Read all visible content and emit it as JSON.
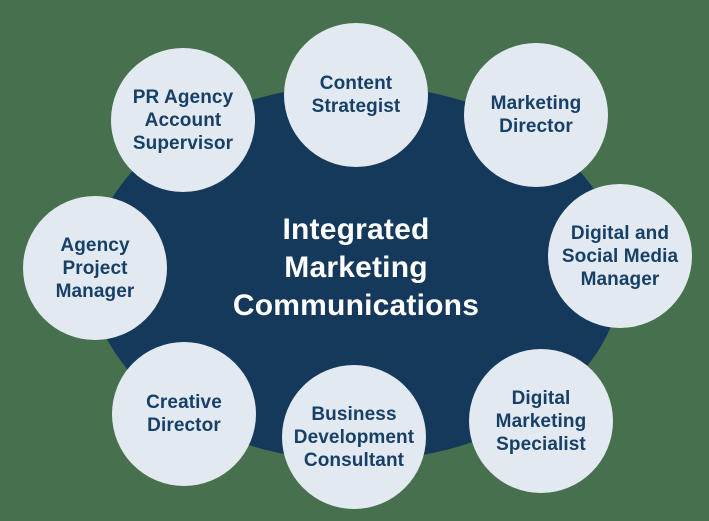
{
  "colors": {
    "background": "#47714E",
    "ellipse": "#15395B",
    "circle_fill": "#E3E9F0",
    "circle_text": "#174068",
    "center_text": "#FFFFFF"
  },
  "center": {
    "label": "Integrated\nMarketing\nCommunications"
  },
  "nodes": [
    {
      "label": "PR Agency\nAccount\nSupervisor"
    },
    {
      "label": "Content\nStrategist"
    },
    {
      "label": "Marketing\nDirector"
    },
    {
      "label": "Digital and\nSocial Media\nManager"
    },
    {
      "label": "Digital\nMarketing\nSpecialist"
    },
    {
      "label": "Business\nDevelopment\nConsultant"
    },
    {
      "label": "Creative\nDirector"
    },
    {
      "label": "Agency\nProject\nManager"
    }
  ]
}
